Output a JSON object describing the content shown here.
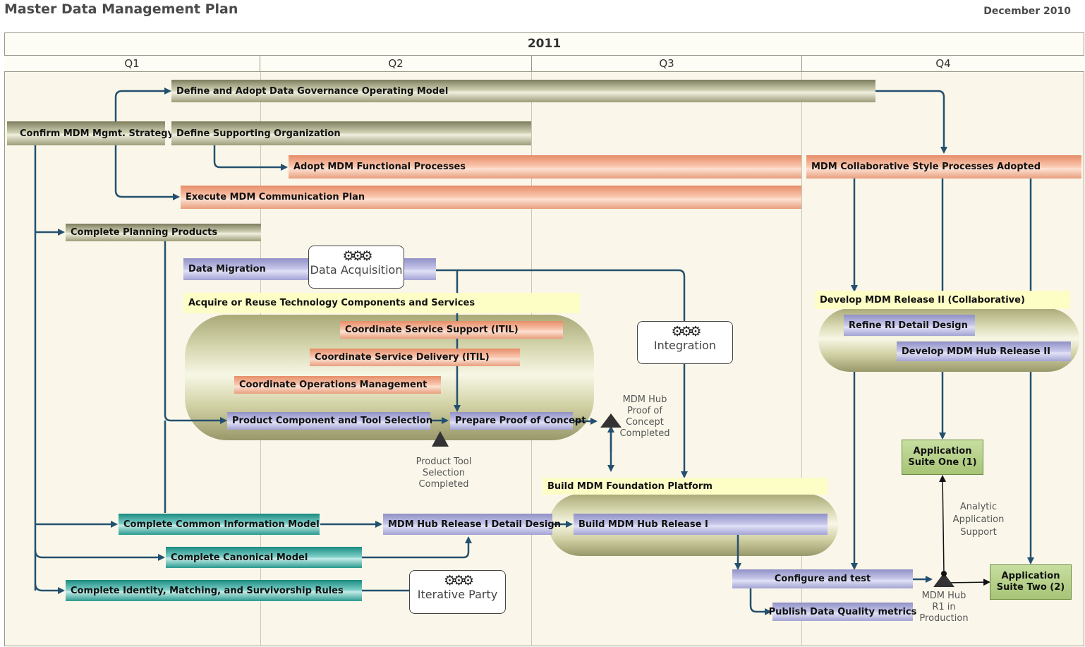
{
  "title": "Master Data Management Plan",
  "date": "December 2010",
  "year": "2011",
  "quarters": [
    "Q1",
    "Q2",
    "Q3",
    "Q4"
  ],
  "bars": {
    "governance": "Define and Adopt Data Governance Operating Model",
    "confirm": "Confirm MDM Mgmt. Strategy",
    "support_org": "Define Supporting Organization",
    "functional": "Adopt MDM Functional Processes",
    "collab_adopted": "MDM Collaborative Style Processes Adopted",
    "communication": "Execute MDM Communication Plan",
    "planning": "Complete Planning Products",
    "migration": "Data Migration",
    "acquire": "Acquire or Reuse Technology Components and Services",
    "svc_support": "Coordinate Service Support (ITIL)",
    "svc_delivery": "Coordinate Service Delivery (ITIL)",
    "ops_mgmt": "Coordinate Operations Management",
    "tool_select": "Product Component and Tool Selection",
    "poc": "Prepare Proof of Concept",
    "release2": "Develop MDM Release II (Collaborative)",
    "refine": "Refine RI Detail Design",
    "hub2": "Develop MDM Hub Release II",
    "cim": "Complete Common Information Model",
    "hub1_design": "MDM Hub Release I Detail Design",
    "foundation": "Build MDM Foundation Platform",
    "hub1_build": "Build MDM Hub Release I",
    "canonical": "Complete Canonical Model",
    "identity": "Complete Identity, Matching, and Survivorship  Rules",
    "configure": "Configure and test",
    "dq_metrics": "Publish Data Quality metrics"
  },
  "parties": {
    "acquisition": "Data Acquisition",
    "integration": "Integration",
    "iterative": "Iterative Party"
  },
  "apps": {
    "suite1": "Application\nSuite One (1)",
    "suite2": "Application\nSuite Two (2)"
  },
  "milestones": {
    "tool_selection": "Product Tool\nSelection\nCompleted",
    "poc_completed": "MDM Hub\nProof of\nConcept\nCompleted",
    "r1_production": "MDM Hub\nR1 in\nProduction",
    "analytic": "Analytic\nApplication\nSupport"
  },
  "colors": {
    "line": "#24506e",
    "olive": "#8c8c68",
    "salmon": "#f2a584",
    "lavender": "#b8b8e2",
    "teal": "#2a9a8f",
    "green": "#b5d08a"
  },
  "icons": {
    "party": "gears-icon",
    "milestone": "triangle-milestone-icon"
  }
}
